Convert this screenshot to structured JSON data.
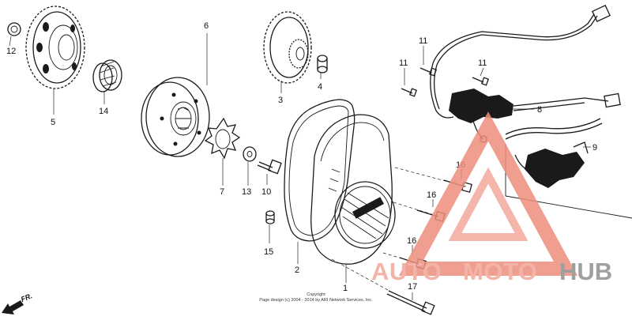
{
  "labels": {
    "p1": "1",
    "p2": "2",
    "p3": "3",
    "p4": "4",
    "p5": "5",
    "p6": "6",
    "p7": "7",
    "p8": "8",
    "p9": "9",
    "p10": "10",
    "p11a": "11",
    "p11b": "11",
    "p11c": "11",
    "p12": "12",
    "p13": "13",
    "p14": "14",
    "p15": "15",
    "p16a": "16",
    "p16b": "16",
    "p16c": "16",
    "p17": "17"
  },
  "copyright": {
    "line1": "Copyright",
    "line2": "Page design (c) 2004 - 2014 by ARI Network Services, Inc."
  },
  "direction": "FR.",
  "watermark": {
    "auto": "AUTO",
    "moto": "MOTO",
    "hub": "HUB",
    "color": "#e8735c",
    "gray": "#8f8f8f"
  }
}
